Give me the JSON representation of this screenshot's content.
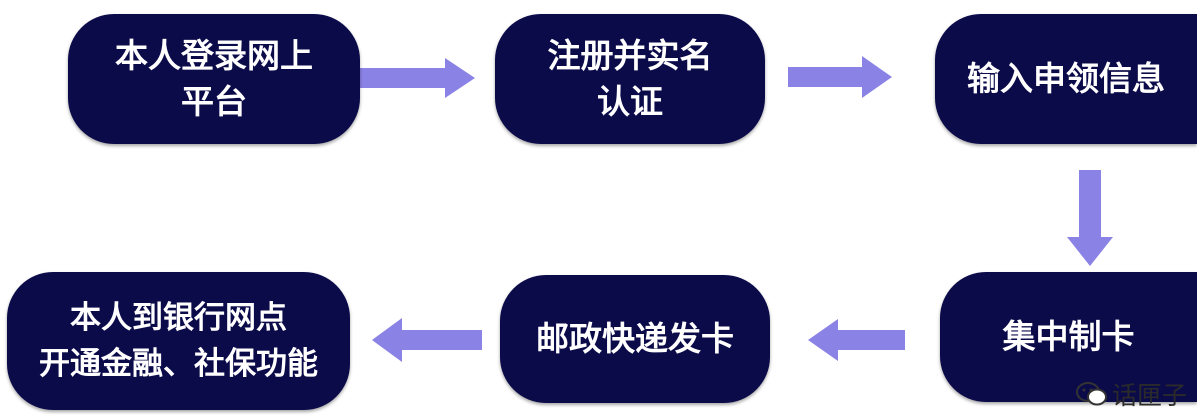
{
  "steps": [
    {
      "id": "login",
      "label": "本人登录网上\n平台"
    },
    {
      "id": "register",
      "label": "注册并实名\n认证"
    },
    {
      "id": "apply",
      "label": "输入申领信息"
    },
    {
      "id": "produce",
      "label": "集中制卡"
    },
    {
      "id": "mail",
      "label": "邮政快递发卡"
    },
    {
      "id": "activate",
      "label": "本人到银行网点\n开通金融、社保功能"
    }
  ],
  "colors": {
    "node": "#0c0b4a",
    "arrow": "#8b82e6",
    "text": "#ffffff"
  },
  "watermark": {
    "text": "话匣子",
    "icon": "wechat-icon"
  }
}
